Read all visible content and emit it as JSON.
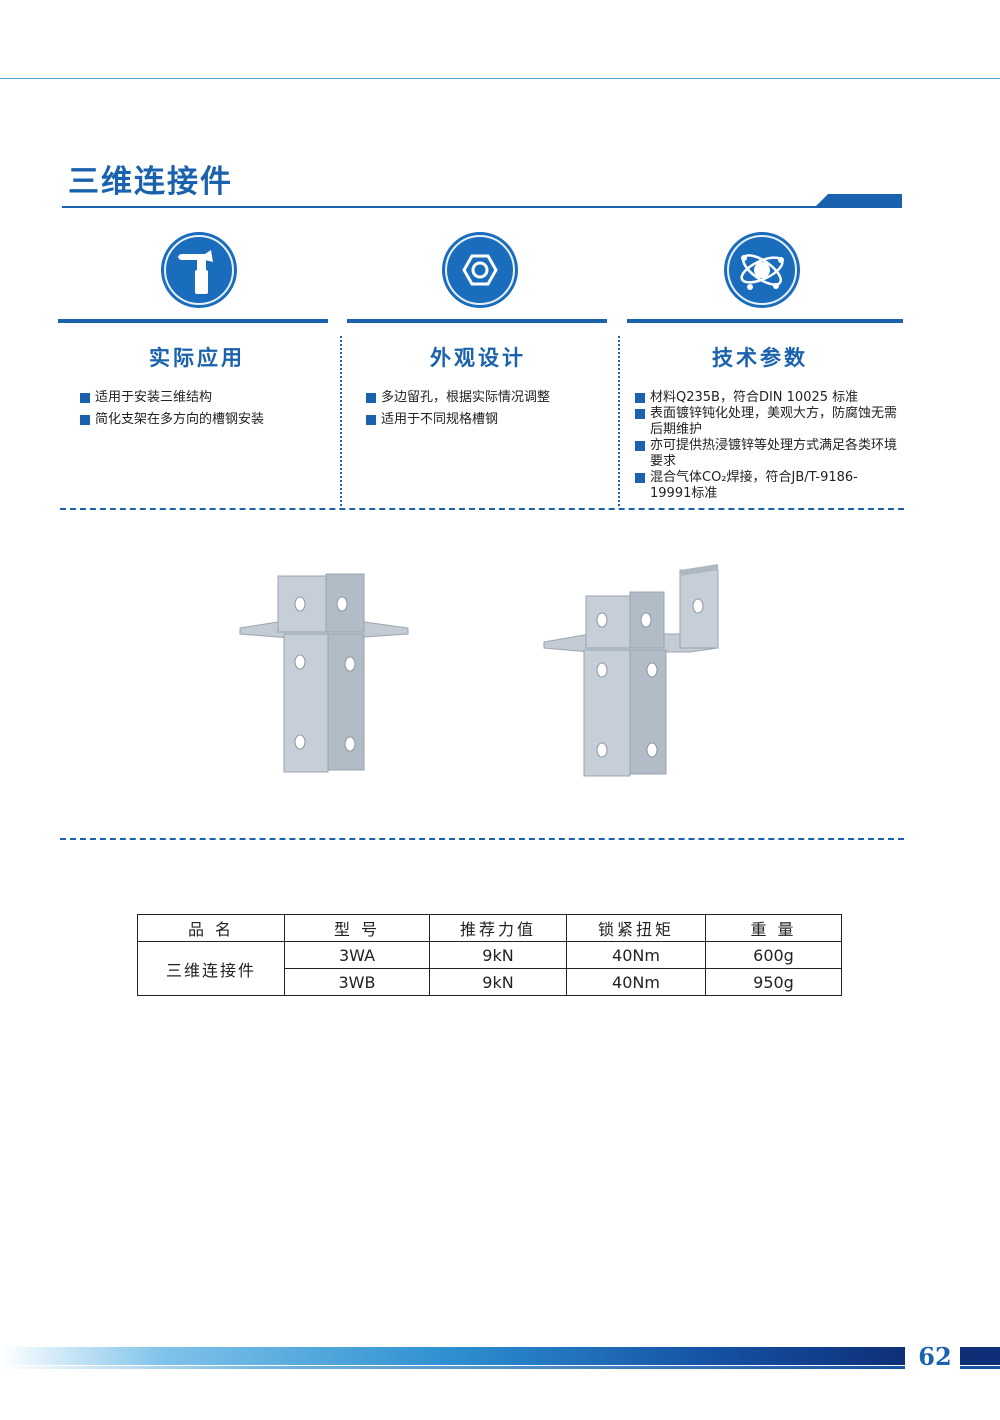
{
  "page": {
    "title": "三维连接件",
    "page_number": "62"
  },
  "columns": [
    {
      "heading": "实际应用",
      "icon": "hammer-icon",
      "items": [
        "适用于安装三维结构",
        "简化支架在多方向的槽钢安装"
      ]
    },
    {
      "heading": "外观设计",
      "icon": "hex-nut-icon",
      "items": [
        "多边留孔，根据实际情况调整",
        "适用于不同规格槽钢"
      ]
    },
    {
      "heading": "技术参数",
      "icon": "atom-icon",
      "items": [
        "材料Q235B，符合DIN 10025 标准",
        "表面镀锌钝化处理，美观大方，防腐蚀无需后期维护",
        "亦可提供热浸镀锌等处理方式满足各类环境要求",
        "混合气体CO₂焊接，符合JB/T-9186-19991标准"
      ]
    }
  ],
  "spec_table": {
    "headers": [
      "品 名",
      "型 号",
      "推荐力值",
      "锁紧扭矩",
      "重 量"
    ],
    "product_name": "三维连接件",
    "rows": [
      {
        "model": "3WA",
        "force": "9kN",
        "torque": "40Nm",
        "weight": "600g"
      },
      {
        "model": "3WB",
        "force": "9kN",
        "torque": "40Nm",
        "weight": "950g"
      }
    ]
  },
  "colors": {
    "brand_blue": "#1a62ad",
    "icon_blue": "#1a6cbc",
    "part_steel": "#b9c3cd"
  }
}
